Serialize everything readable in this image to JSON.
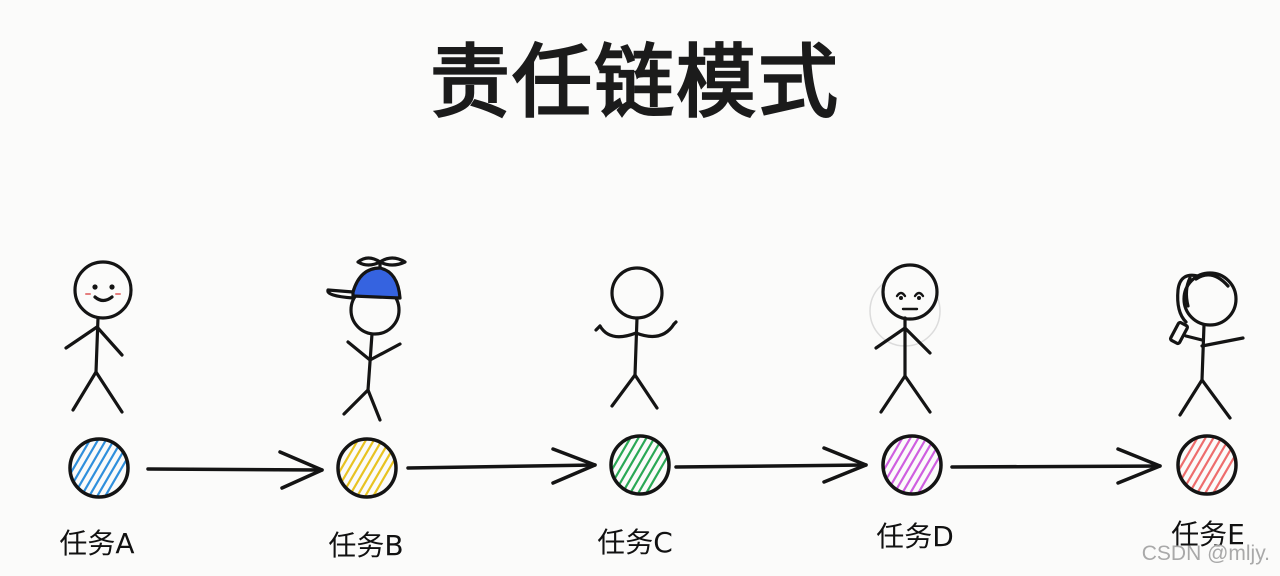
{
  "title": "责任链模式",
  "watermark": "CSDN @mljy.",
  "tasks": [
    {
      "label": "任务A",
      "color": "#2f8fdc",
      "figure": "smiling-person"
    },
    {
      "label": "任务B",
      "color": "#e8c321",
      "figure": "person-with-propeller-cap"
    },
    {
      "label": "任务C",
      "color": "#2aa855",
      "figure": "shrugging-person"
    },
    {
      "label": "任务D",
      "color": "#cf5fe0",
      "figure": "worried-person"
    },
    {
      "label": "任务E",
      "color": "#ee6d6d",
      "figure": "person-with-ponytail-on-phone"
    }
  ],
  "colors": {
    "ink": "#141414",
    "cap": "#3563e0",
    "background": "#fbfbfa"
  }
}
